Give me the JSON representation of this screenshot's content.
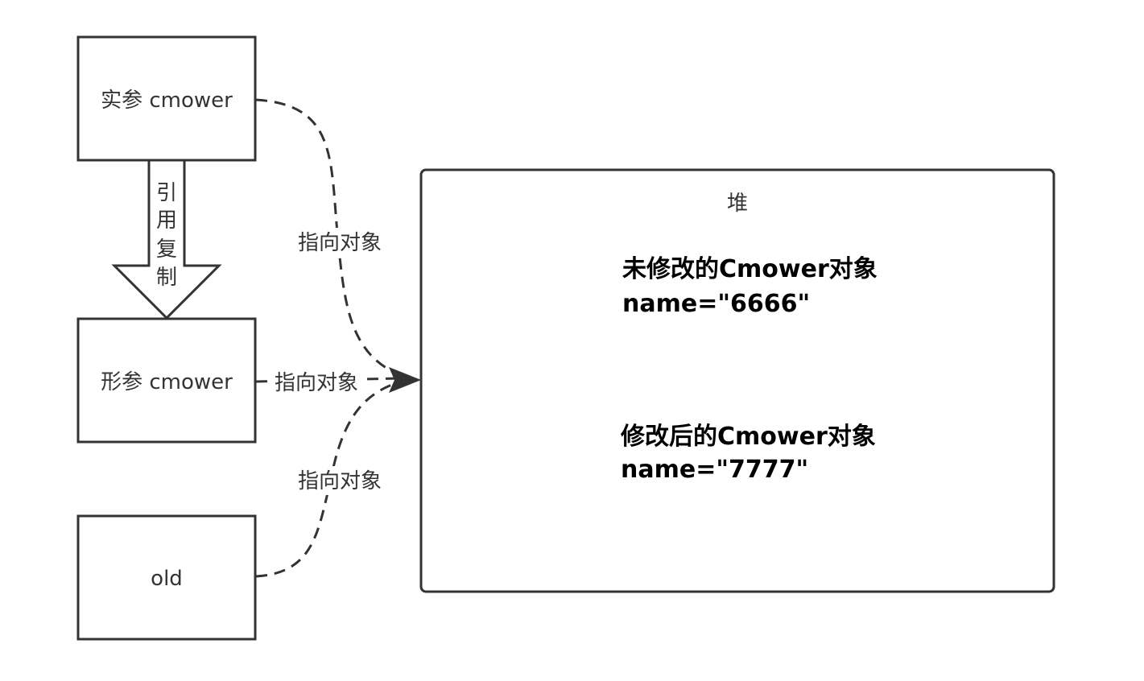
{
  "nodes": {
    "actual_param": "实参 cmower",
    "formal_param": "形参 cmower",
    "old": "old",
    "heap": "堆"
  },
  "copy_arrow": {
    "chars": [
      "引",
      "用",
      "复",
      "制"
    ]
  },
  "edges": {
    "actual_to_heap": "指向对象",
    "formal_to_heap": "指向对象",
    "old_to_heap": "指向对象"
  },
  "heap_objects": {
    "original": {
      "title": "未修改的Cmower对象",
      "value": "name=\"6666\""
    },
    "modified": {
      "title": "修改后的Cmower对象",
      "value": "name=\"7777\""
    }
  },
  "colors": {
    "stroke": "#333333",
    "text": "#333333",
    "bold_text": "#000000",
    "background": "#ffffff"
  }
}
